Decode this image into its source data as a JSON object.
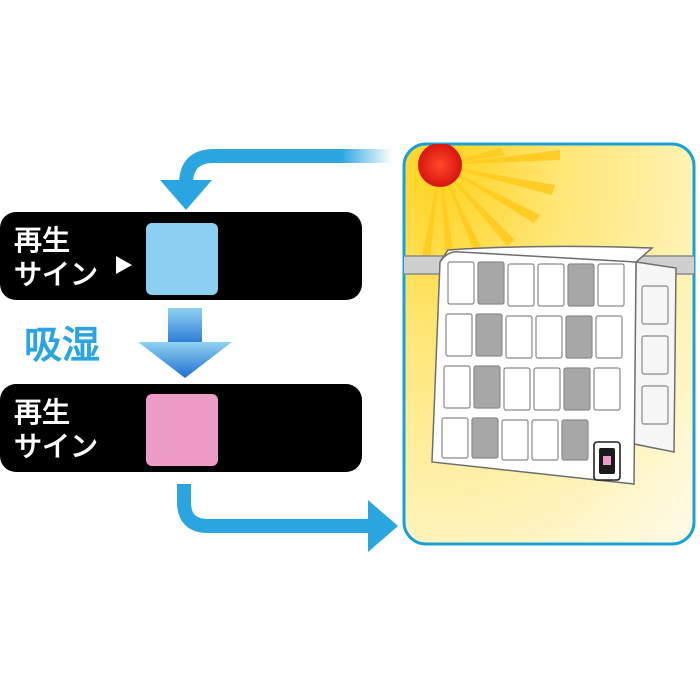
{
  "labels": {
    "top_line1": "再生",
    "top_line2": "サイン",
    "absorb": "吸湿",
    "bottom_line1": "再生",
    "bottom_line2": "サイン"
  },
  "colors": {
    "arrow_blue": "#2aa5df",
    "panel_border": "#1aa0d8",
    "swatch_blue": "#8ccff2",
    "swatch_pink": "#ec9cc6",
    "sun_red": "#e8201a",
    "sun_yellow": "#ffd21a",
    "sky_light": "#fff7c2",
    "pill_black": "#000000"
  },
  "icons": {
    "sun": "sun-icon",
    "pointer": "triangle-right-icon",
    "arrow_down": "arrow-down-icon"
  }
}
